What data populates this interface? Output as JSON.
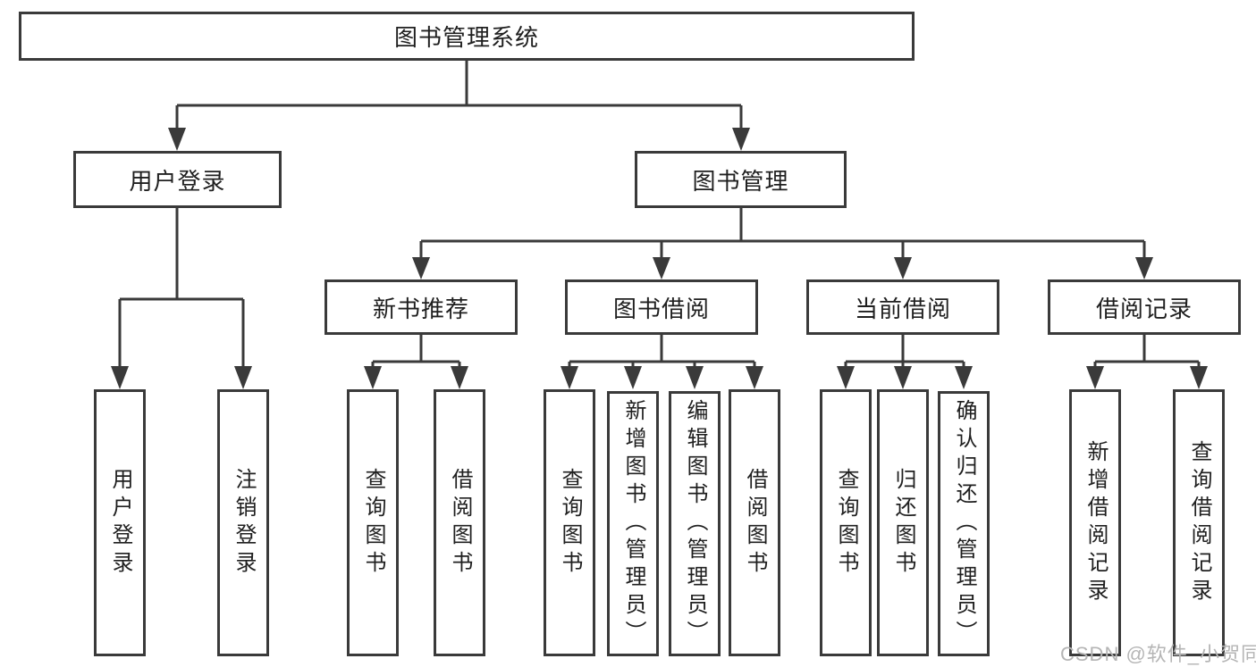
{
  "diagram": {
    "title_node": "图书管理系统",
    "level2": {
      "user_login": "用户登录",
      "book_management": "图书管理"
    },
    "level3": {
      "new_book_recommend": "新书推荐",
      "book_borrow": "图书借阅",
      "current_borrow": "当前借阅",
      "borrow_records": "借阅记录"
    },
    "leaves": {
      "user_login": "用户登录",
      "logout": "注销登录",
      "nbr_query_books": "查询图书",
      "nbr_borrow_books": "借阅图书",
      "bb_query_books": "查询图书",
      "bb_add_books_admin": "新增图书（管理员）",
      "bb_edit_books_admin": "编辑图书（管理员）",
      "bb_borrow_books": "借阅图书",
      "cb_query_books": "查询图书",
      "cb_return_books": "归还图书",
      "cb_confirm_return_admin": "确认归还（管理员）",
      "br_add_record": "新增借阅记录",
      "br_query_record": "查询借阅记录"
    }
  },
  "watermark": "CSDN @软件_小贺同学",
  "colors": {
    "line": "#3a3a3a",
    "text": "#1f1f1f",
    "watermark_gray": "#b5b5b5",
    "background": "#ffffff"
  }
}
